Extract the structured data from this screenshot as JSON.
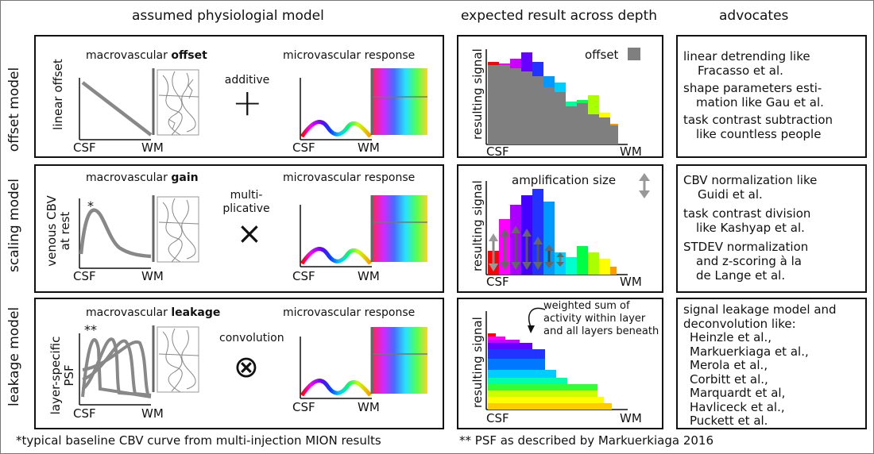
{
  "headers": {
    "model": "assumed physiologial model",
    "result": "expected result across depth",
    "advocates": "advocates"
  },
  "rows": [
    {
      "row_label": "offset model",
      "macro_prefix": "macrovascular ",
      "macro_bold": "offset",
      "micro_title": "microvascular response",
      "operator_text": [
        "additive"
      ],
      "operator_symbol": "+",
      "curve_ylabel": [
        "linear offset"
      ],
      "asterisk": "",
      "axis_left": "CSF",
      "axis_right": "WM",
      "result_ylabel": "resulting signal",
      "result_axis_left": "CSF",
      "result_axis_right": "WM",
      "result_note": "offset",
      "advocates": [
        "linear detrending like",
        "   Fracasso et al.",
        "shape parameters esti-",
        "  mation like Gau et al.",
        "task contrast subtraction",
        "  like countless people"
      ]
    },
    {
      "row_label": "scaling model",
      "macro_prefix": "macrovascular ",
      "macro_bold": "gain",
      "micro_title": "microvascular response",
      "operator_text": [
        "multi-",
        "plicative"
      ],
      "operator_symbol": "×",
      "curve_ylabel": [
        "venous CBV",
        "at rest"
      ],
      "asterisk": "*",
      "axis_left": "CSF",
      "axis_right": "WM",
      "result_ylabel": "resulting signal",
      "result_axis_left": "CSF",
      "result_axis_right": "WM",
      "result_note": "amplification size",
      "advocates": [
        "CBV normalization like",
        "   Guidi et al.",
        "task contrast division",
        "  like Kashyap et al.",
        "STDEV normalization",
        "  and z-scoring à la",
        "  de Lange et al."
      ]
    },
    {
      "row_label": "leakage model",
      "macro_prefix": "macrovascular ",
      "macro_bold": "leakage",
      "micro_title": "microvascular response",
      "operator_text": [
        "convolution"
      ],
      "operator_symbol": "⊗",
      "curve_ylabel": [
        "layer-specific",
        "PSF"
      ],
      "asterisk": "**",
      "axis_left": "CSF",
      "axis_right": "WM",
      "result_ylabel": "resulting signal",
      "result_axis_left": "CSF",
      "result_axis_right": "WM",
      "result_note": [
        "weighted sum of",
        "activity within layer",
        "and all layers beneath"
      ],
      "advocates": [
        "signal leakage model and",
        "deconvolution like:",
        "  Heinzle et al.,",
        "  Markuerkiaga et al.,",
        "  Merola et al.,",
        "  Corbitt et al.,",
        "  Marquardt et al,",
        "  Havliceck et al.,",
        "  Puckett et al."
      ]
    }
  ],
  "footnotes": {
    "left": "*typical baseline CBV curve from multi-injection MION results",
    "right": "** PSF as described by Markuerkiaga 2016"
  },
  "colors": {
    "gray_bar": "#7f7f7f",
    "curve": "#888888",
    "spectrum": [
      "#ff0000",
      "#ff00ff",
      "#9900ff",
      "#3300ff",
      "#0066ff",
      "#00ccff",
      "#00ff66",
      "#99ff00",
      "#ffff00",
      "#ff9900"
    ]
  }
}
